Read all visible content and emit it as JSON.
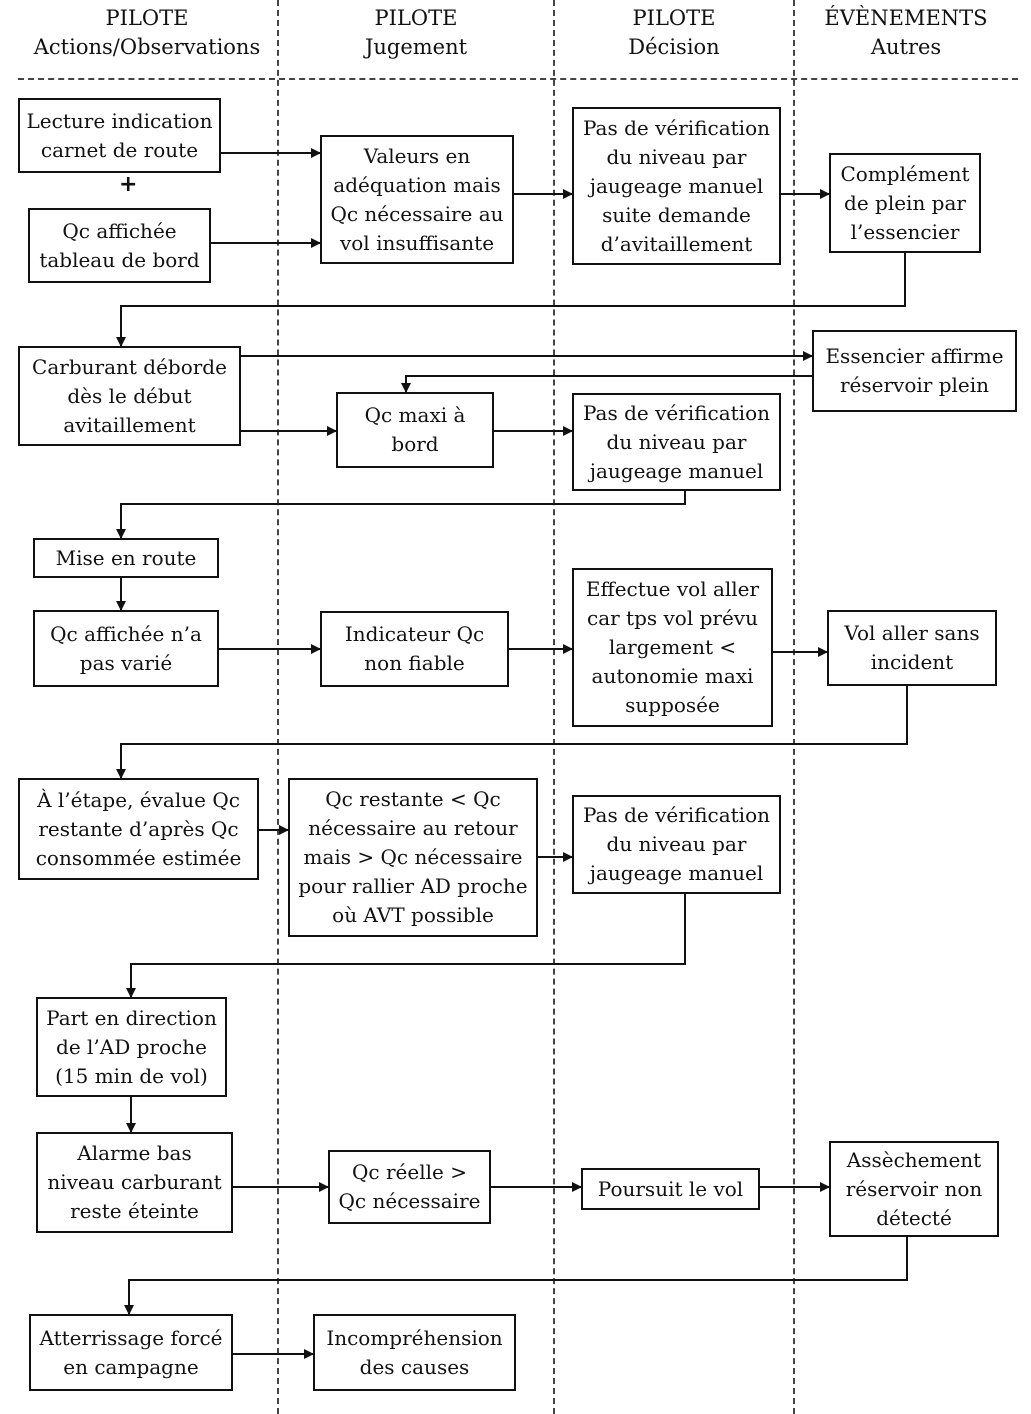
{
  "headers": [
    {
      "line1": "PILOTE",
      "line2": "Actions/Observations"
    },
    {
      "line1": "PILOTE",
      "line2": "Jugement"
    },
    {
      "line1": "PILOTE",
      "line2": "Décision"
    },
    {
      "line1": "ÉVÈNEMENTS",
      "line2": "Autres"
    }
  ],
  "plus_sign": "+",
  "boxes": {
    "b1": "Lecture indication\ncarnet de route",
    "b2": "Qc affichée\ntableau de bord",
    "b3": "Valeurs en\nadéquation mais\nQc nécessaire au\nvol insuffisante",
    "b4": "Pas de vérification\ndu niveau par\njaugeage manuel\nsuite demande\nd’avitaillement",
    "b5": "Complément\nde plein par\nl’essencier",
    "b6": "Carburant déborde\ndès le début\navitaillement",
    "b7": "Essencier affirme\nréservoir plein",
    "b8": "Qc maxi à\nbord",
    "b9": "Pas de vérification\ndu niveau par\njaugeage manuel",
    "b10": "Mise en route",
    "b11": "Qc affichée n’a\npas varié",
    "b12": "Indicateur Qc\nnon fiable",
    "b13": "Effectue vol aller\ncar tps vol prévu\nlargement <\nautonomie maxi\nsupposée",
    "b14": "Vol aller sans\nincident",
    "b15": "À l’étape, évalue Qc\nrestante d’après Qc\nconsommée estimée",
    "b16": "Qc restante < Qc\nnécessaire au retour\nmais > Qc nécessaire\npour rallier AD proche\noù AVT possible",
    "b17": "Pas de vérification\ndu niveau par\njaugeage manuel",
    "b18": "Part en direction\nde l’AD proche\n(15 min de vol)",
    "b19": "Alarme bas\nniveau carburant\nreste éteinte",
    "b20": "Qc réelle >\nQc nécessaire",
    "b21": "Poursuit le vol",
    "b22": "Assèchement\nréservoir non\ndétecté",
    "b23": "Atterrissage forcé\nen campagne",
    "b24": "Incompréhension\ndes causes"
  }
}
